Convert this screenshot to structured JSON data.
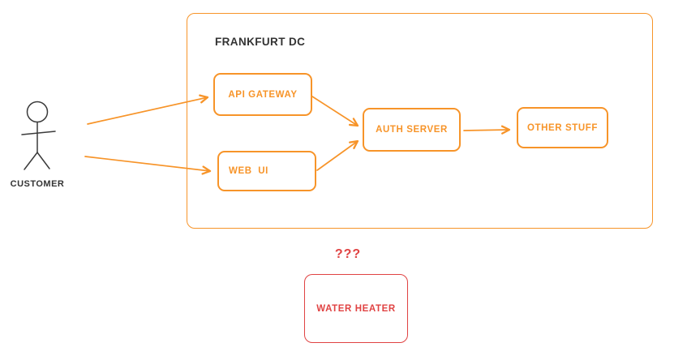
{
  "diagram": {
    "background": "#FFFFFF",
    "colors": {
      "orange": "#F79429",
      "red": "#E04343",
      "text_dark": "#333333"
    },
    "actors": {
      "customer": {
        "label": "CUSTOMER"
      }
    },
    "containers": {
      "frankfurt_dc": {
        "label": "FRANKFURT DC"
      }
    },
    "nodes": {
      "api_gateway": {
        "label": "API GATEWAY"
      },
      "web_ui": {
        "label": "WEB  UI"
      },
      "auth_server": {
        "label": "AUTH SERVER"
      },
      "other_stuff": {
        "label": "OTHER STUFF"
      },
      "water_heater": {
        "label": "WATER HEATER",
        "annotation": "???"
      }
    },
    "connections": [
      {
        "from": "customer",
        "to": "api_gateway"
      },
      {
        "from": "customer",
        "to": "web_ui"
      },
      {
        "from": "api_gateway",
        "to": "auth_server"
      },
      {
        "from": "web_ui",
        "to": "auth_server"
      },
      {
        "from": "auth_server",
        "to": "other_stuff"
      }
    ]
  }
}
